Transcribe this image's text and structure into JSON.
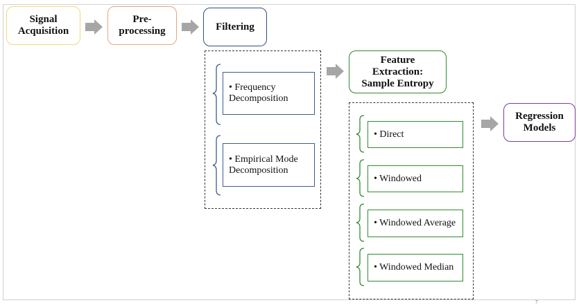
{
  "stages": {
    "signal_acquisition": "Signal\nAcquisition",
    "preprocessing": "Pre-\nprocessing",
    "filtering": "Filtering",
    "feature_extraction": "Feature\nExtraction:\nSample Entropy",
    "regression_models": "Regression\nModels"
  },
  "filtering_methods": [
    "• Frequency\n  Decomposition",
    "• Empirical Mode\n  Decomposition"
  ],
  "entropy_methods": [
    "• Direct",
    "• Windowed",
    "• Windowed Average",
    "• Windowed Median"
  ],
  "page_number": "7",
  "colors": {
    "signal_acquisition": "#f2d77a",
    "preprocessing": "#e8a47e",
    "filtering": "#2e4f7a",
    "feature_extraction": "#2e8b2e",
    "regression_models": "#7a3e9a",
    "filtering_sub": "#3a5c8c",
    "entropy_sub": "#2e8b2e",
    "arrow": "#a6a6a6"
  },
  "icons": [
    "arrow-right-icon",
    "curly-brace-icon"
  ]
}
